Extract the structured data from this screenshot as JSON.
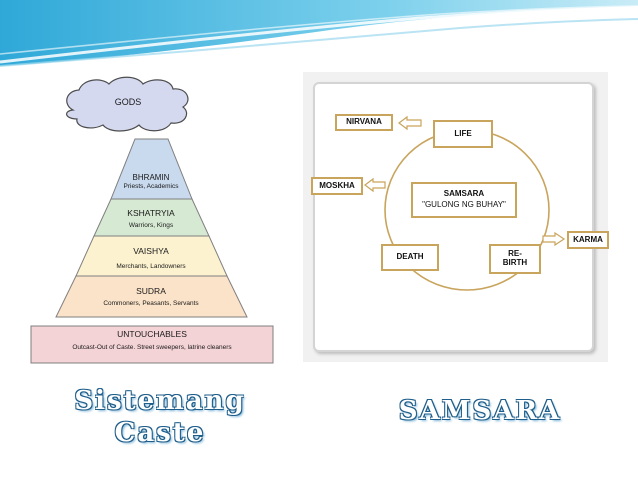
{
  "caste": {
    "gods": "GODS",
    "tiers": [
      {
        "name": "BHRAMIN",
        "desc": "Priests, Academics"
      },
      {
        "name": "KSHATRYIA",
        "desc": "Warriors, Kings"
      },
      {
        "name": "VAISHYA",
        "desc": "Merchants, Landowners"
      },
      {
        "name": "SUDRA",
        "desc": "Commoners, Peasants, Servants"
      }
    ],
    "untouchables": {
      "name": "UNTOUCHABLES",
      "desc": "Outcast-Out of Caste. Street sweepers, latrine cleaners"
    },
    "title_line1": "Sistemang",
    "title_line2": "Caste"
  },
  "samsara": {
    "center_line1": "SAMSARA",
    "center_line2": "\"GULONG NG BUHAY\"",
    "life": "LIFE",
    "death": "DEATH",
    "rebirth_line1": "RE-",
    "rebirth_line2": "BIRTH",
    "nirvana": "NIRVANA",
    "moskha": "MOSKHA",
    "karma": "KARMA",
    "title": "SAMSARA"
  },
  "colors": {
    "bhramin": "#c9d9ee",
    "kshatryia": "#d6e9d2",
    "vaishya": "#fdf2d0",
    "sudra": "#fbe3c9",
    "untouchables": "#f4d3d6",
    "cloud": "#d4d9f0",
    "box_border": "#c9a45c",
    "title_blue": "#1f5e8a"
  }
}
